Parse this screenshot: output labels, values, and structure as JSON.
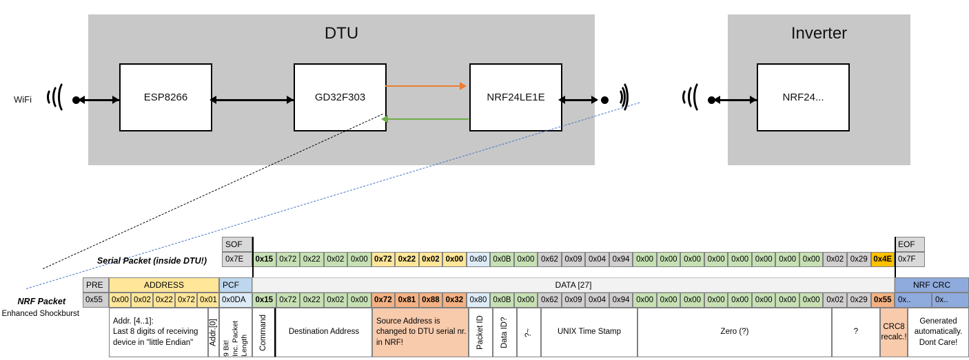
{
  "diagram": {
    "dtu": {
      "title": "DTU",
      "chips": [
        {
          "label": "ESP8266"
        },
        {
          "label": "GD32F303"
        },
        {
          "label": "NRF24LE1E"
        }
      ],
      "wifi_label": "WiFi"
    },
    "inverter": {
      "title": "Inverter",
      "chips": [
        {
          "label": "NRF24..."
        }
      ]
    },
    "colors": {
      "enclosure": "#c8c8c8",
      "orange_arrow": "#ed7d31",
      "green_arrow": "#70ad47",
      "blue_dash": "#4472c4"
    }
  },
  "serial_packet": {
    "row_label": "Serial Packet (inside DTU!)",
    "sof_header": "SOF",
    "eof_header": "EOF",
    "sof_value": "0x7E",
    "eof_value": "0x7F",
    "bytes": [
      {
        "v": "0x15",
        "c": "green",
        "b": true
      },
      {
        "v": "0x72",
        "c": "green",
        "b": false
      },
      {
        "v": "0x22",
        "c": "green",
        "b": false
      },
      {
        "v": "0x02",
        "c": "green",
        "b": false
      },
      {
        "v": "0x00",
        "c": "green",
        "b": false
      },
      {
        "v": "0x72",
        "c": "yellow",
        "b": true
      },
      {
        "v": "0x22",
        "c": "yellow",
        "b": true
      },
      {
        "v": "0x02",
        "c": "yellow",
        "b": true
      },
      {
        "v": "0x00",
        "c": "yellow",
        "b": true
      },
      {
        "v": "0x80",
        "c": "blue",
        "b": false
      },
      {
        "v": "0x0B",
        "c": "green",
        "b": false
      },
      {
        "v": "0x00",
        "c": "green",
        "b": false
      },
      {
        "v": "0x62",
        "c": "gray",
        "b": false
      },
      {
        "v": "0x09",
        "c": "gray",
        "b": false
      },
      {
        "v": "0x04",
        "c": "gray",
        "b": false
      },
      {
        "v": "0x94",
        "c": "gray",
        "b": false
      },
      {
        "v": "0x00",
        "c": "green",
        "b": false
      },
      {
        "v": "0x00",
        "c": "green",
        "b": false
      },
      {
        "v": "0x00",
        "c": "green",
        "b": false
      },
      {
        "v": "0x00",
        "c": "green",
        "b": false
      },
      {
        "v": "0x00",
        "c": "green",
        "b": false
      },
      {
        "v": "0x00",
        "c": "green",
        "b": false
      },
      {
        "v": "0x00",
        "c": "green",
        "b": false
      },
      {
        "v": "0x00",
        "c": "green",
        "b": false
      },
      {
        "v": "0x02",
        "c": "gray",
        "b": false
      },
      {
        "v": "0x29",
        "c": "gray",
        "b": false
      },
      {
        "v": "0x4E",
        "c": "amber",
        "b": true
      }
    ]
  },
  "nrf_packet": {
    "row_label": "NRF Packet",
    "row_sublabel": "Enhanced Shockburst",
    "headers": {
      "pre": "PRE",
      "address": "ADDRESS",
      "pcf": "PCF",
      "data": "DATA [27]",
      "crc": "NRF CRC"
    },
    "pre_value": "0x55",
    "address_values": [
      "0x00",
      "0x02",
      "0x22",
      "0x72",
      "0x01"
    ],
    "pcf_value": "0x0DA",
    "crc_values": [
      "0x..",
      "0x.."
    ],
    "bytes": [
      {
        "v": "0x15",
        "c": "green",
        "b": true
      },
      {
        "v": "0x72",
        "c": "green",
        "b": false
      },
      {
        "v": "0x22",
        "c": "green",
        "b": false
      },
      {
        "v": "0x02",
        "c": "green",
        "b": false
      },
      {
        "v": "0x00",
        "c": "green",
        "b": false
      },
      {
        "v": "0x72",
        "c": "peach",
        "b": true
      },
      {
        "v": "0x81",
        "c": "peach",
        "b": true
      },
      {
        "v": "0x88",
        "c": "peach",
        "b": true
      },
      {
        "v": "0x32",
        "c": "peach",
        "b": true
      },
      {
        "v": "0x80",
        "c": "blue",
        "b": false
      },
      {
        "v": "0x0B",
        "c": "green",
        "b": false
      },
      {
        "v": "0x00",
        "c": "green",
        "b": false
      },
      {
        "v": "0x62",
        "c": "gray",
        "b": false
      },
      {
        "v": "0x09",
        "c": "gray",
        "b": false
      },
      {
        "v": "0x04",
        "c": "gray",
        "b": false
      },
      {
        "v": "0x94",
        "c": "gray",
        "b": false
      },
      {
        "v": "0x00",
        "c": "green",
        "b": false
      },
      {
        "v": "0x00",
        "c": "green",
        "b": false
      },
      {
        "v": "0x00",
        "c": "green",
        "b": false
      },
      {
        "v": "0x00",
        "c": "green",
        "b": false
      },
      {
        "v": "0x00",
        "c": "green",
        "b": false
      },
      {
        "v": "0x00",
        "c": "green",
        "b": false
      },
      {
        "v": "0x00",
        "c": "green",
        "b": false
      },
      {
        "v": "0x00",
        "c": "green",
        "b": false
      },
      {
        "v": "0x02",
        "c": "gray",
        "b": false
      },
      {
        "v": "0x29",
        "c": "gray",
        "b": false
      },
      {
        "v": "0x55",
        "c": "peach",
        "b": true
      }
    ]
  },
  "annotations": {
    "address_note": "Addr. [4..1]:\nLast 8 digits of receiving device in \"little Endian\"",
    "addr0": "Addr.[0]",
    "pcf_note_line1": "9 Bit!",
    "pcf_note_line2": "Inc. Packet",
    "pcf_note_line3": "Length",
    "command": "Command",
    "destination_address": "Destination Address",
    "source_address_note": "Source Address is changed to DTU serial nr. in NRF!",
    "packet_id": "Packet ID",
    "data_id": "Data ID?",
    "tilde": "?~",
    "unix_time_stamp": "UNIX Time Stamp",
    "zero": "Zero (?)",
    "question": "?",
    "crc8_note": "CRC8 recalc.!",
    "crc_generated_note": "Generated automatically.\nDont Care!"
  },
  "palette": {
    "green": "#c6e0b4",
    "yellow": "#ffe699",
    "blue": "#ddebf7",
    "gray": "#d0cece",
    "amber": "#ffc000",
    "peach": "#f4b183",
    "header_gray": "#d9d9d9",
    "header_blue": "#8faadc",
    "header_yellow": "#ffe699",
    "header_pcf": "#bdd7ee",
    "header_light": "#f2f2f2"
  }
}
